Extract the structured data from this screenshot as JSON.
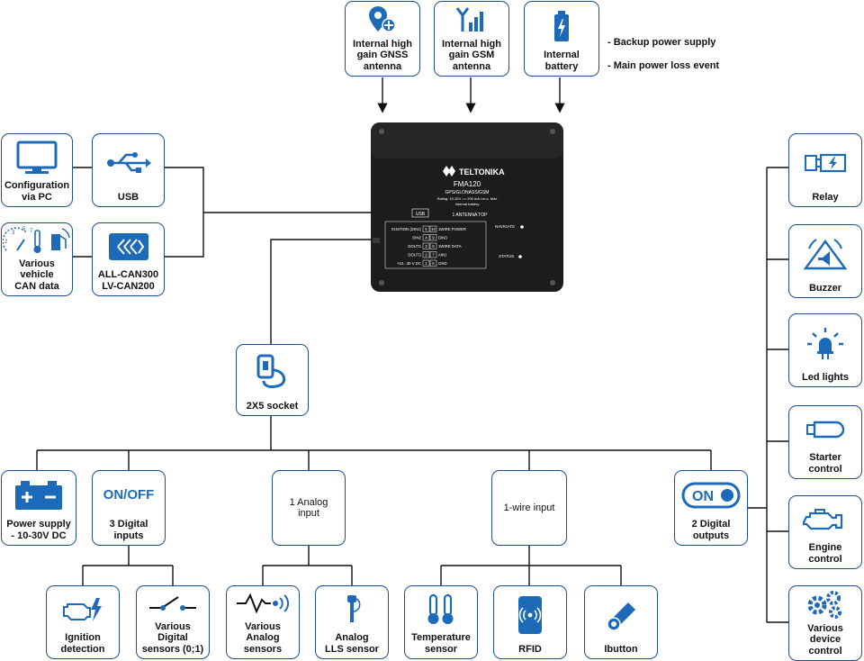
{
  "antennas": {
    "gnss": "Internal high\ngain GNSS\nantenna",
    "gsm": "Internal high\ngain GSM\nantenna",
    "battery": "Internal\nbattery"
  },
  "battery_notes": [
    "- Backup power supply",
    "- Main power loss event"
  ],
  "left": {
    "pc": "Configuration\nvia PC",
    "usb": "USB",
    "can_data": "Various\nvehicle\nCAN data",
    "can_adapter": "ALL-CAN300\nLV-CAN200"
  },
  "device": {
    "brand": "TELTONIKA",
    "model": "FMA120",
    "sub": "GPS/GLONASS/GSM",
    "rating": "Rating: 10-30V == 200 mA r.m.s. Max",
    "battery_note": "Internal battery",
    "usb": "USB",
    "antenna_top": "1 ANTENNA TOP",
    "navigate": "NAVIGATE",
    "status": "STATUS",
    "pin_rows": [
      {
        "left": "IGNITION (DIN1)",
        "a": "5",
        "b": "10",
        "right": "1WIRE POWER"
      },
      {
        "left": "DIN2",
        "a": "4",
        "b": "9",
        "right": "DIN3"
      },
      {
        "left": "DOUT1",
        "a": "3",
        "b": "8",
        "right": "1WIRE DATA"
      },
      {
        "left": "DOUT2",
        "a": "2",
        "b": "7",
        "right": "AIN1"
      },
      {
        "left": "+10...30 V DC",
        "a": "1",
        "b": "6",
        "right": "GND"
      }
    ]
  },
  "socket": "2X5 socket",
  "middle": {
    "power": "Power supply\n- 10-30V DC",
    "onoff_title": "ON/OFF",
    "digital_inputs": "3 Digital\ninputs",
    "analog_input": "1 Analog\ninput",
    "onewire_input": "1-wire input",
    "on_label": "ON",
    "digital_outputs": "2 Digital\noutputs"
  },
  "bottom": {
    "ignition": "Ignition\ndetection",
    "digital_sensors": "Various\nDigital\nsensors (0;1)",
    "analog_sensors": "Various\nAnalog\nsensors",
    "lls": "Analog\nLLS sensor",
    "temperature": "Temperature\nsensor",
    "rfid": "RFID",
    "ibutton": "Ibutton"
  },
  "right": {
    "relay": "Relay",
    "buzzer": "Buzzer",
    "led": "Led lights",
    "starter": "Starter\ncontrol",
    "engine": "Engine\ncontrol",
    "various": "Various\ndevice\ncontrol"
  },
  "colors": {
    "accent": "#1d6ab8",
    "border": "#1d4f91",
    "device": "#1c1c1c"
  }
}
